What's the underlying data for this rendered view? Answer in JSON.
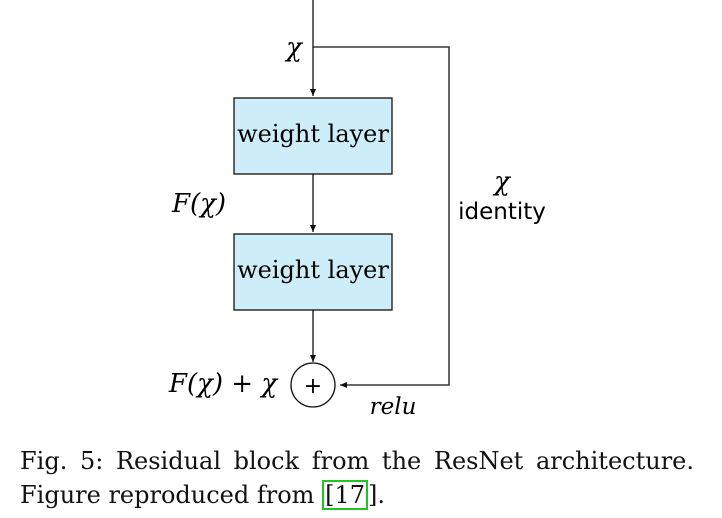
{
  "diagram": {
    "input_label": "χ",
    "layer1_label": "weight layer",
    "layer2_label": "weight layer",
    "residual_label": "F(χ)",
    "sum_label": "F(χ) + χ",
    "adder_symbol": "+",
    "skip_label_symbol": "χ",
    "skip_label_text": "identity",
    "activation_label": "relu",
    "box_fill": "#cdeef9",
    "line_color": "#111111"
  },
  "caption": {
    "text": "Fig. 5: Residual block from the ResNet architecture. Figure reproduced from ",
    "citation": "17",
    "bracket_open": "[",
    "bracket_close": "]",
    "end": ".",
    "citation_box_color": "#22c322"
  }
}
